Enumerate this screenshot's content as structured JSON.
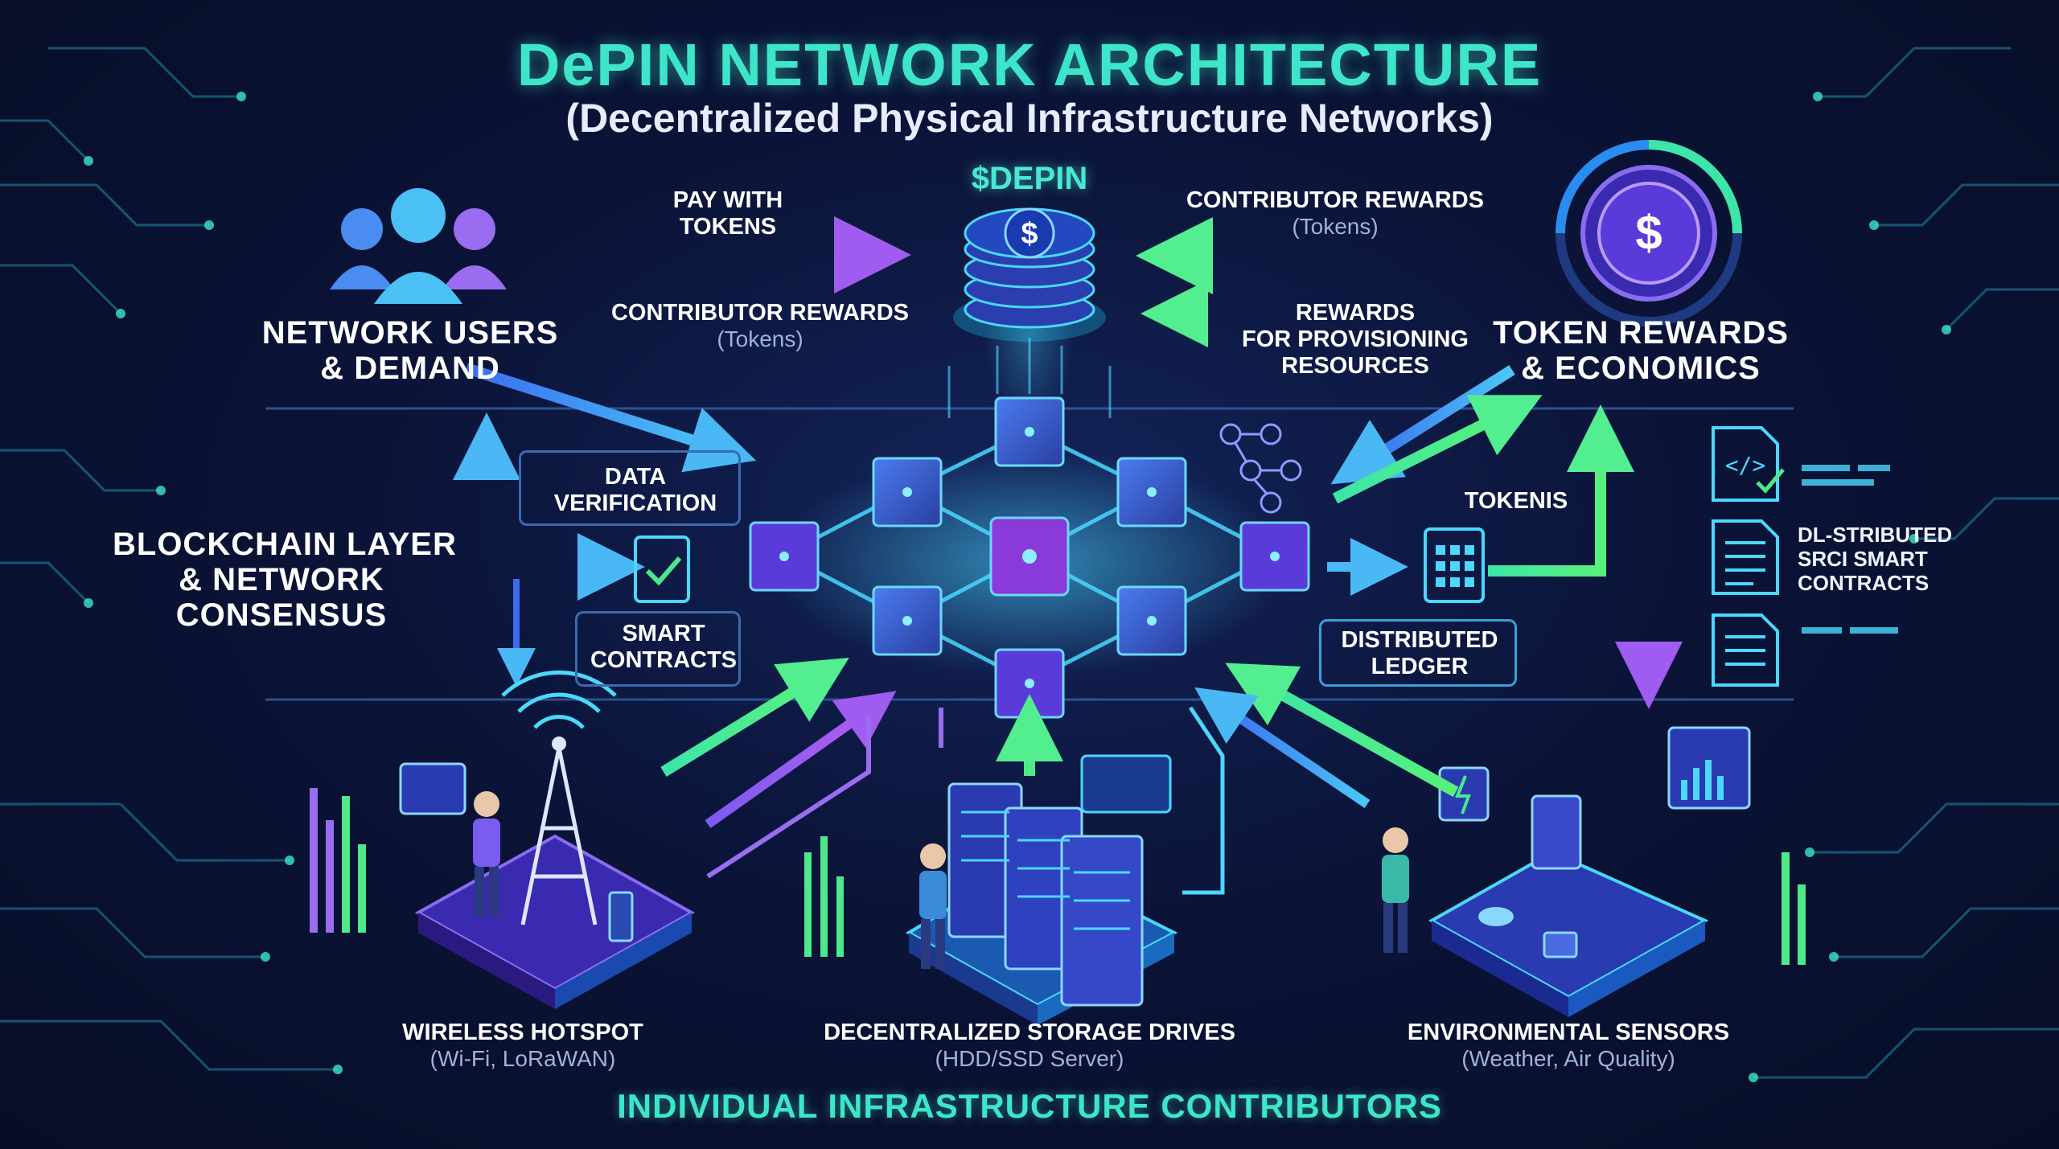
{
  "header": {
    "title": "DePIN NETWORK ARCHITECTURE",
    "subtitle": "(Decentralized Physical Infrastructure Networks)"
  },
  "token": {
    "symbol": "$DEPIN",
    "coin_glyph": "$"
  },
  "left": {
    "users_line1": "NETWORK USERS",
    "users_line2": "& DEMAND",
    "blockchain_line1": "BLOCKCHAIN LAYER",
    "blockchain_line2": "& NETWORK",
    "blockchain_line3": "CONSENSUS"
  },
  "flows": {
    "pay_line1": "PAY WITH",
    "pay_line2": "TOKENS",
    "contrib_left_line1": "CONTRIBUTOR REWARDS",
    "contrib_left_line2": "(Tokens)",
    "contrib_right_line1": "CONTRIBUTOR REWARDS",
    "contrib_right_line2": "(Tokens)",
    "rewards_line1": "REWARDS",
    "rewards_line2": "FOR PROVISIONING",
    "rewards_line3": "RESOURCES"
  },
  "right": {
    "economics_line1": "TOKEN REWARDS",
    "economics_line2": "& ECONOMICS",
    "tokenis": "TOKENIS",
    "distributed_line1": "DISTRIBUTED",
    "distributed_line2": "LEDGER",
    "contracts_line1": "DL-STRIBUTED",
    "contracts_line2": "SRCI SMART",
    "contracts_line3": "CONTRACTS"
  },
  "middle": {
    "data_line1": "DATA",
    "data_line2": "VERIFICATION",
    "smart_line1": "SMART",
    "smart_line2": "CONTRACTS"
  },
  "contributors": {
    "wireless_title": "WIRELESS HOTSPOT",
    "wireless_sub": "(Wi-Fi, LoRaWAN)",
    "storage_title": "DECENTRALIZED STORAGE DRIVES",
    "storage_sub": "(HDD/SSD Server)",
    "sensors_title": "ENVIRONMENTAL SENSORS",
    "sensors_sub": "(Weather, Air Quality)"
  },
  "footer": {
    "label": "INDIVIDUAL INFRASTRUCTURE CONTRIBUTORS"
  },
  "colors": {
    "teal": "#3de6c8",
    "green": "#4ee88a",
    "blue": "#3aa8f0",
    "purple": "#9a6cf0",
    "background": "#0b1438"
  }
}
